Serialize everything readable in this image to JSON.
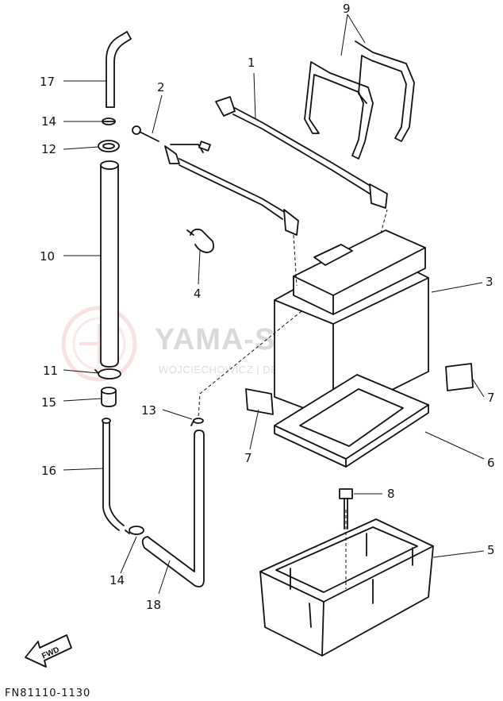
{
  "diagram": {
    "callouts": [
      "1",
      "2",
      "3",
      "4",
      "5",
      "6",
      "7",
      "7",
      "8",
      "9",
      "10",
      "11",
      "12",
      "13",
      "14",
      "14",
      "15",
      "16",
      "17",
      "18"
    ],
    "footer_code": "FN81110-1130",
    "fwd_label": "FWD",
    "watermark": {
      "title": "YAMA-SKLEP.PL",
      "subtitle": "WOJCIECHOWICZ | DEALER YAMAHA",
      "color": "#d9d9d9",
      "logo_color": "#f2c9c9"
    }
  }
}
